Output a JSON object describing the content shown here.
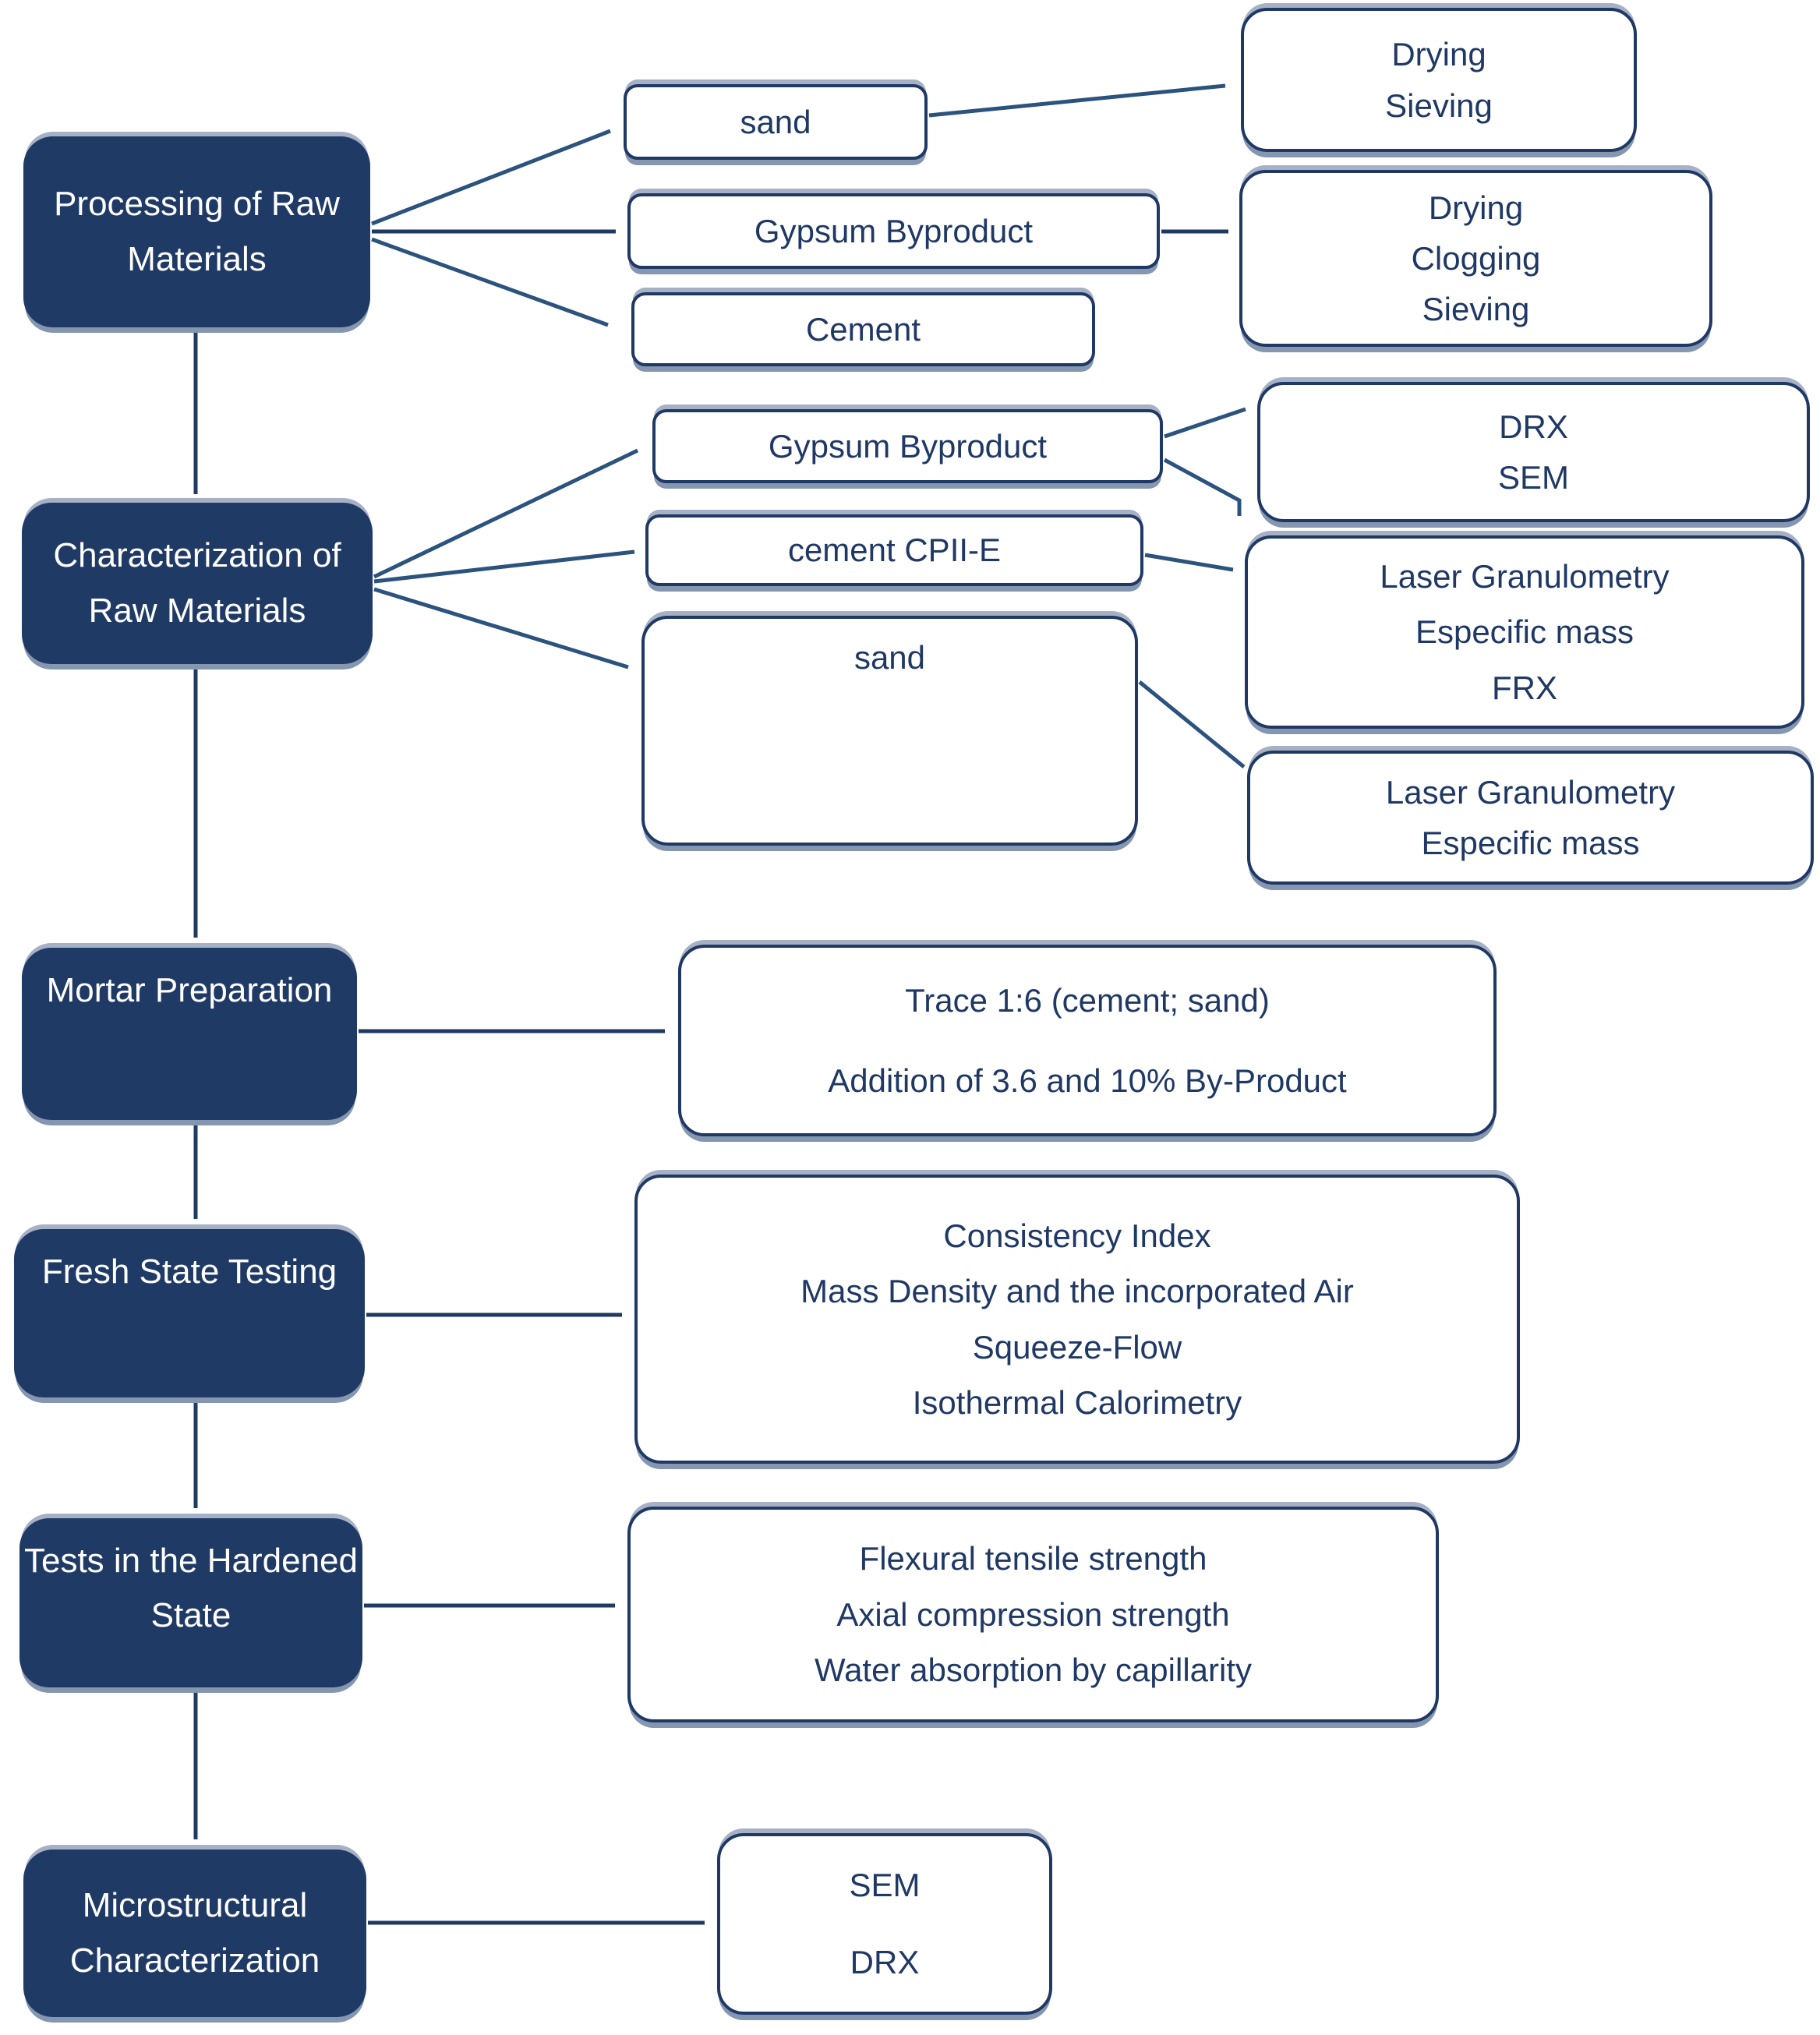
{
  "diagram": {
    "colors": {
      "dark_box_fill": "#203a66",
      "box_border": "#1f3864",
      "box_text": "#1f3864",
      "dark_box_text": "#ffffff",
      "arrow": "#1f3a63",
      "arrow_diagonal": "#2b537d",
      "shadow": "#8496b0",
      "background": "#ffffff"
    },
    "nodes": {
      "processing": {
        "lines": [
          "Processing of Raw",
          "Materials"
        ]
      },
      "sand_raw": {
        "lines": [
          "sand"
        ]
      },
      "gypsum_raw": {
        "lines": [
          "Gypsum Byproduct"
        ]
      },
      "cement_raw": {
        "lines": [
          "Cement"
        ]
      },
      "sand_process": {
        "lines": [
          "Drying",
          "Sieving"
        ]
      },
      "gypsum_process": {
        "lines": [
          "Drying",
          "Clogging",
          "Sieving"
        ]
      },
      "characterization": {
        "lines": [
          "Characterization of",
          "Raw Materials"
        ]
      },
      "gypsum_char": {
        "lines": [
          "Gypsum Byproduct"
        ]
      },
      "cement_char": {
        "lines": [
          "cement CPII-E"
        ]
      },
      "sand_char": {
        "lines": [
          "sand"
        ]
      },
      "gypsum_char_tests": {
        "lines": [
          "DRX",
          "SEM"
        ]
      },
      "cement_char_tests": {
        "lines": [
          "Laser Granulometry",
          "Especific mass",
          "FRX"
        ]
      },
      "sand_char_tests": {
        "lines": [
          "Laser Granulometry",
          "Especific mass"
        ]
      },
      "mortar": {
        "lines": [
          "Mortar Preparation"
        ]
      },
      "mortar_detail": {
        "lines": [
          "Trace 1:6 (cement; sand)",
          "Addition of 3.6 and 10% By-Product"
        ]
      },
      "fresh": {
        "lines": [
          "Fresh State Testing"
        ]
      },
      "fresh_detail": {
        "lines": [
          "Consistency Index",
          "Mass Density and the incorporated Air",
          "Squeeze-Flow",
          "Isothermal Calorimetry"
        ]
      },
      "hardened": {
        "lines": [
          "Tests in the Hardened",
          "State"
        ]
      },
      "hardened_detail": {
        "lines": [
          "Flexural tensile strength",
          "Axial compression strength",
          "Water absorption by capillarity"
        ]
      },
      "micro": {
        "lines": [
          "Microstructural",
          "Characterization"
        ]
      },
      "micro_detail": {
        "lines": [
          "SEM",
          "DRX"
        ]
      }
    }
  }
}
